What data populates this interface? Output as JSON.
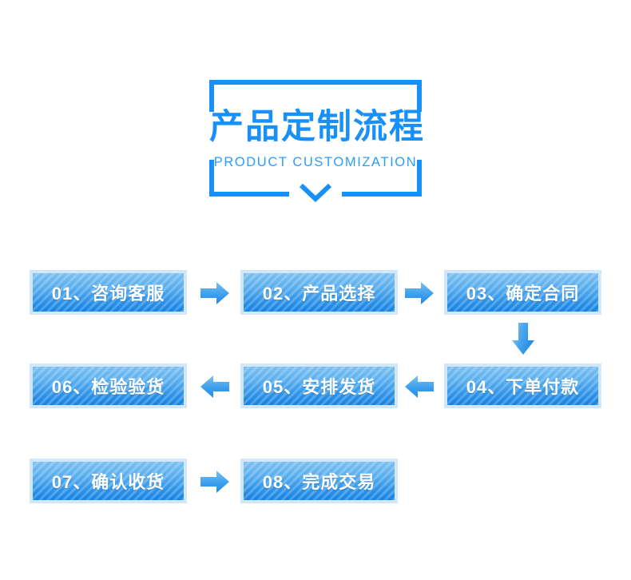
{
  "header": {
    "title_cn": "产品定制流程",
    "title_en": "PRODUCT CUSTOMIZATION",
    "accent_color": "#1890f8",
    "subtitle_color": "#2d9cf5",
    "chevron_icon": "chevron-down-icon"
  },
  "theme": {
    "background": "#ffffff",
    "box_border": "#cfe6fb",
    "box_gradient_top": "#7cc0f0",
    "box_gradient_bottom": "#1482e2",
    "box_text": "#ffffff",
    "arrow_gradient_top": "#6fc0f2",
    "arrow_gradient_bottom": "#1f8ce6"
  },
  "flow": {
    "steps": [
      {
        "id": "step-01",
        "label": "01、咨询客服",
        "row": 1,
        "col": 1
      },
      {
        "id": "step-02",
        "label": "02、产品选择",
        "row": 1,
        "col": 2
      },
      {
        "id": "step-03",
        "label": "03、确定合同",
        "row": 1,
        "col": 3
      },
      {
        "id": "step-04",
        "label": "04、下单付款",
        "row": 2,
        "col": 3
      },
      {
        "id": "step-05",
        "label": "05、安排发货",
        "row": 2,
        "col": 2
      },
      {
        "id": "step-06",
        "label": "06、检验验货",
        "row": 2,
        "col": 1
      },
      {
        "id": "step-07",
        "label": "07、确认收货",
        "row": 3,
        "col": 1
      },
      {
        "id": "step-08",
        "label": "08、完成交易",
        "row": 3,
        "col": 2
      }
    ],
    "connectors": [
      {
        "id": "arrow-01-02",
        "icon": "arrow-right-icon",
        "direction": "right"
      },
      {
        "id": "arrow-02-03",
        "icon": "arrow-right-icon",
        "direction": "right"
      },
      {
        "id": "arrow-03-04",
        "icon": "arrow-down-icon",
        "direction": "down"
      },
      {
        "id": "arrow-04-05",
        "icon": "arrow-left-icon",
        "direction": "left"
      },
      {
        "id": "arrow-05-06",
        "icon": "arrow-left-icon",
        "direction": "left"
      },
      {
        "id": "arrow-07-08",
        "icon": "arrow-right-icon",
        "direction": "right"
      }
    ]
  }
}
